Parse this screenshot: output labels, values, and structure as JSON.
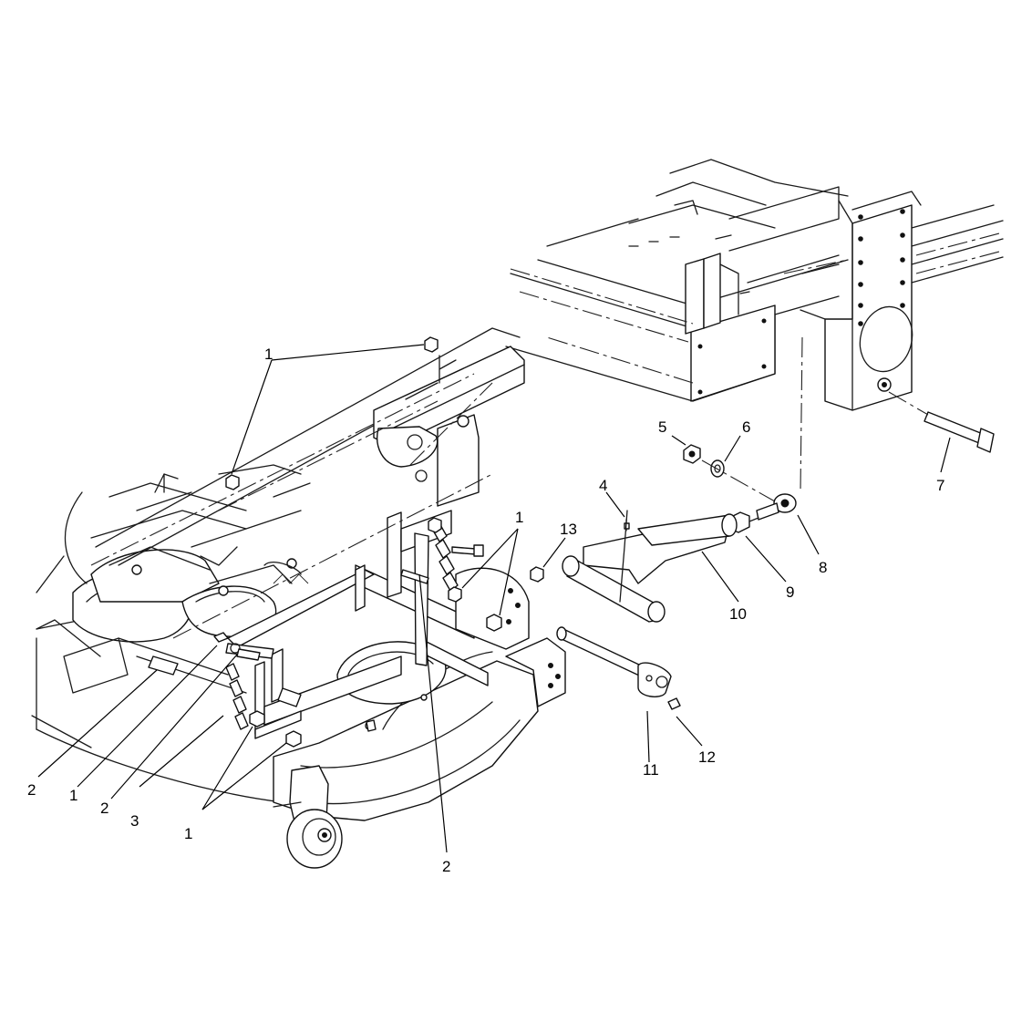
{
  "callouts": [
    {
      "id": "c1a",
      "text": "1"
    },
    {
      "id": "c1b",
      "text": "1"
    },
    {
      "id": "c1c",
      "text": "1"
    },
    {
      "id": "c1d",
      "text": "1"
    },
    {
      "id": "c2a",
      "text": "2"
    },
    {
      "id": "c2b",
      "text": "2"
    },
    {
      "id": "c2c",
      "text": "2"
    },
    {
      "id": "c3",
      "text": "3"
    },
    {
      "id": "c4",
      "text": "4"
    },
    {
      "id": "c5",
      "text": "5"
    },
    {
      "id": "c6",
      "text": "6"
    },
    {
      "id": "c7",
      "text": "7"
    },
    {
      "id": "c8",
      "text": "8"
    },
    {
      "id": "c9",
      "text": "9"
    },
    {
      "id": "c10",
      "text": "10"
    },
    {
      "id": "c11",
      "text": "11"
    },
    {
      "id": "c12",
      "text": "12"
    },
    {
      "id": "c13",
      "text": "13"
    }
  ]
}
